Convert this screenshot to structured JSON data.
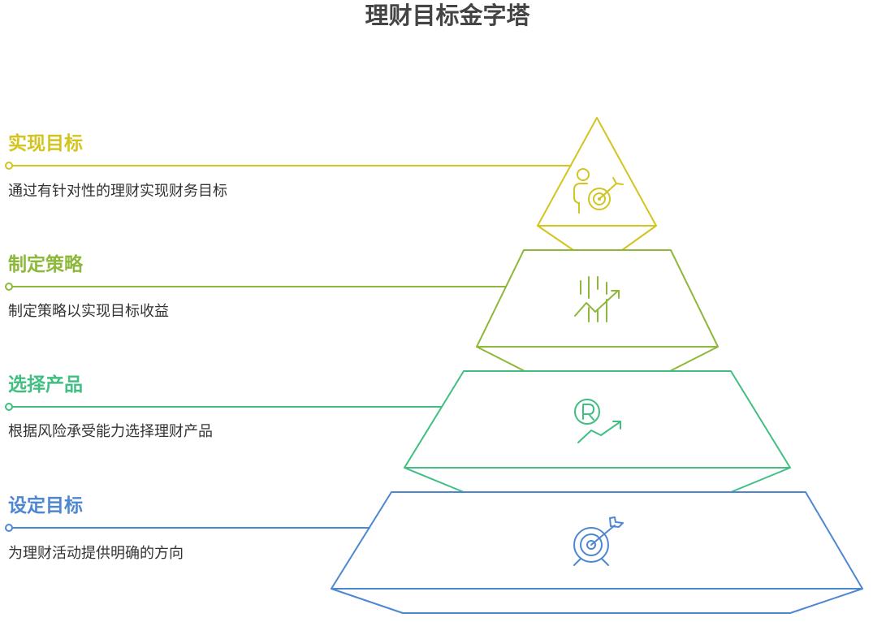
{
  "title": "理财目标金字塔",
  "levels": [
    {
      "heading": "实现目标",
      "description": "通过有针对性的理财实现财务目标",
      "color": "#d3c41f",
      "icon": "person-target-icon"
    },
    {
      "heading": "制定策略",
      "description": "制定策略以实现目标收益",
      "color": "#8db83c",
      "icon": "growth-chart-icon"
    },
    {
      "heading": "选择产品",
      "description": "根据风险承受能力选择理财产品",
      "color": "#41bf82",
      "icon": "registered-growth-icon"
    },
    {
      "heading": "设定目标",
      "description": "为理财活动提供明确的方向",
      "color": "#4e87d1",
      "icon": "target-arrow-icon"
    }
  ]
}
